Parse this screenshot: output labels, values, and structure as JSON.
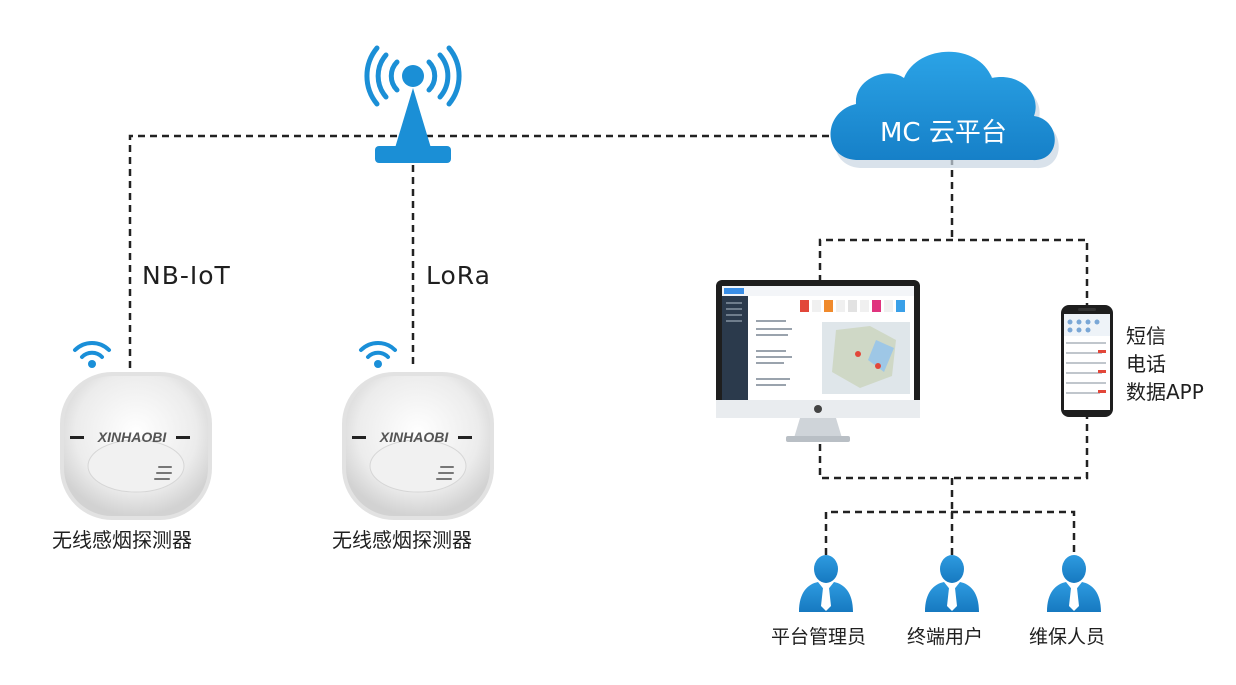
{
  "cloud": {
    "label": "MC 云平台",
    "color": "#1b8fd6"
  },
  "links": {
    "nbiot": "NB-IoT",
    "lora": "LoRa"
  },
  "detectors": [
    {
      "label": "无线感烟探测器",
      "brand": "XINHAOBI"
    },
    {
      "label": "无线感烟探测器",
      "brand": "XINHAOBI"
    }
  ],
  "phone_features": [
    "短信",
    "电话",
    "数据APP"
  ],
  "roles": [
    "平台管理员",
    "终端用户",
    "维保人员"
  ],
  "colors": {
    "accent": "#1b8fd6",
    "line": "#222222",
    "wifi": "#1a8fd8"
  },
  "icons": [
    "antenna-tower-icon",
    "wifi-icon",
    "cloud-icon",
    "monitor-icon",
    "phone-icon",
    "person-icon"
  ]
}
